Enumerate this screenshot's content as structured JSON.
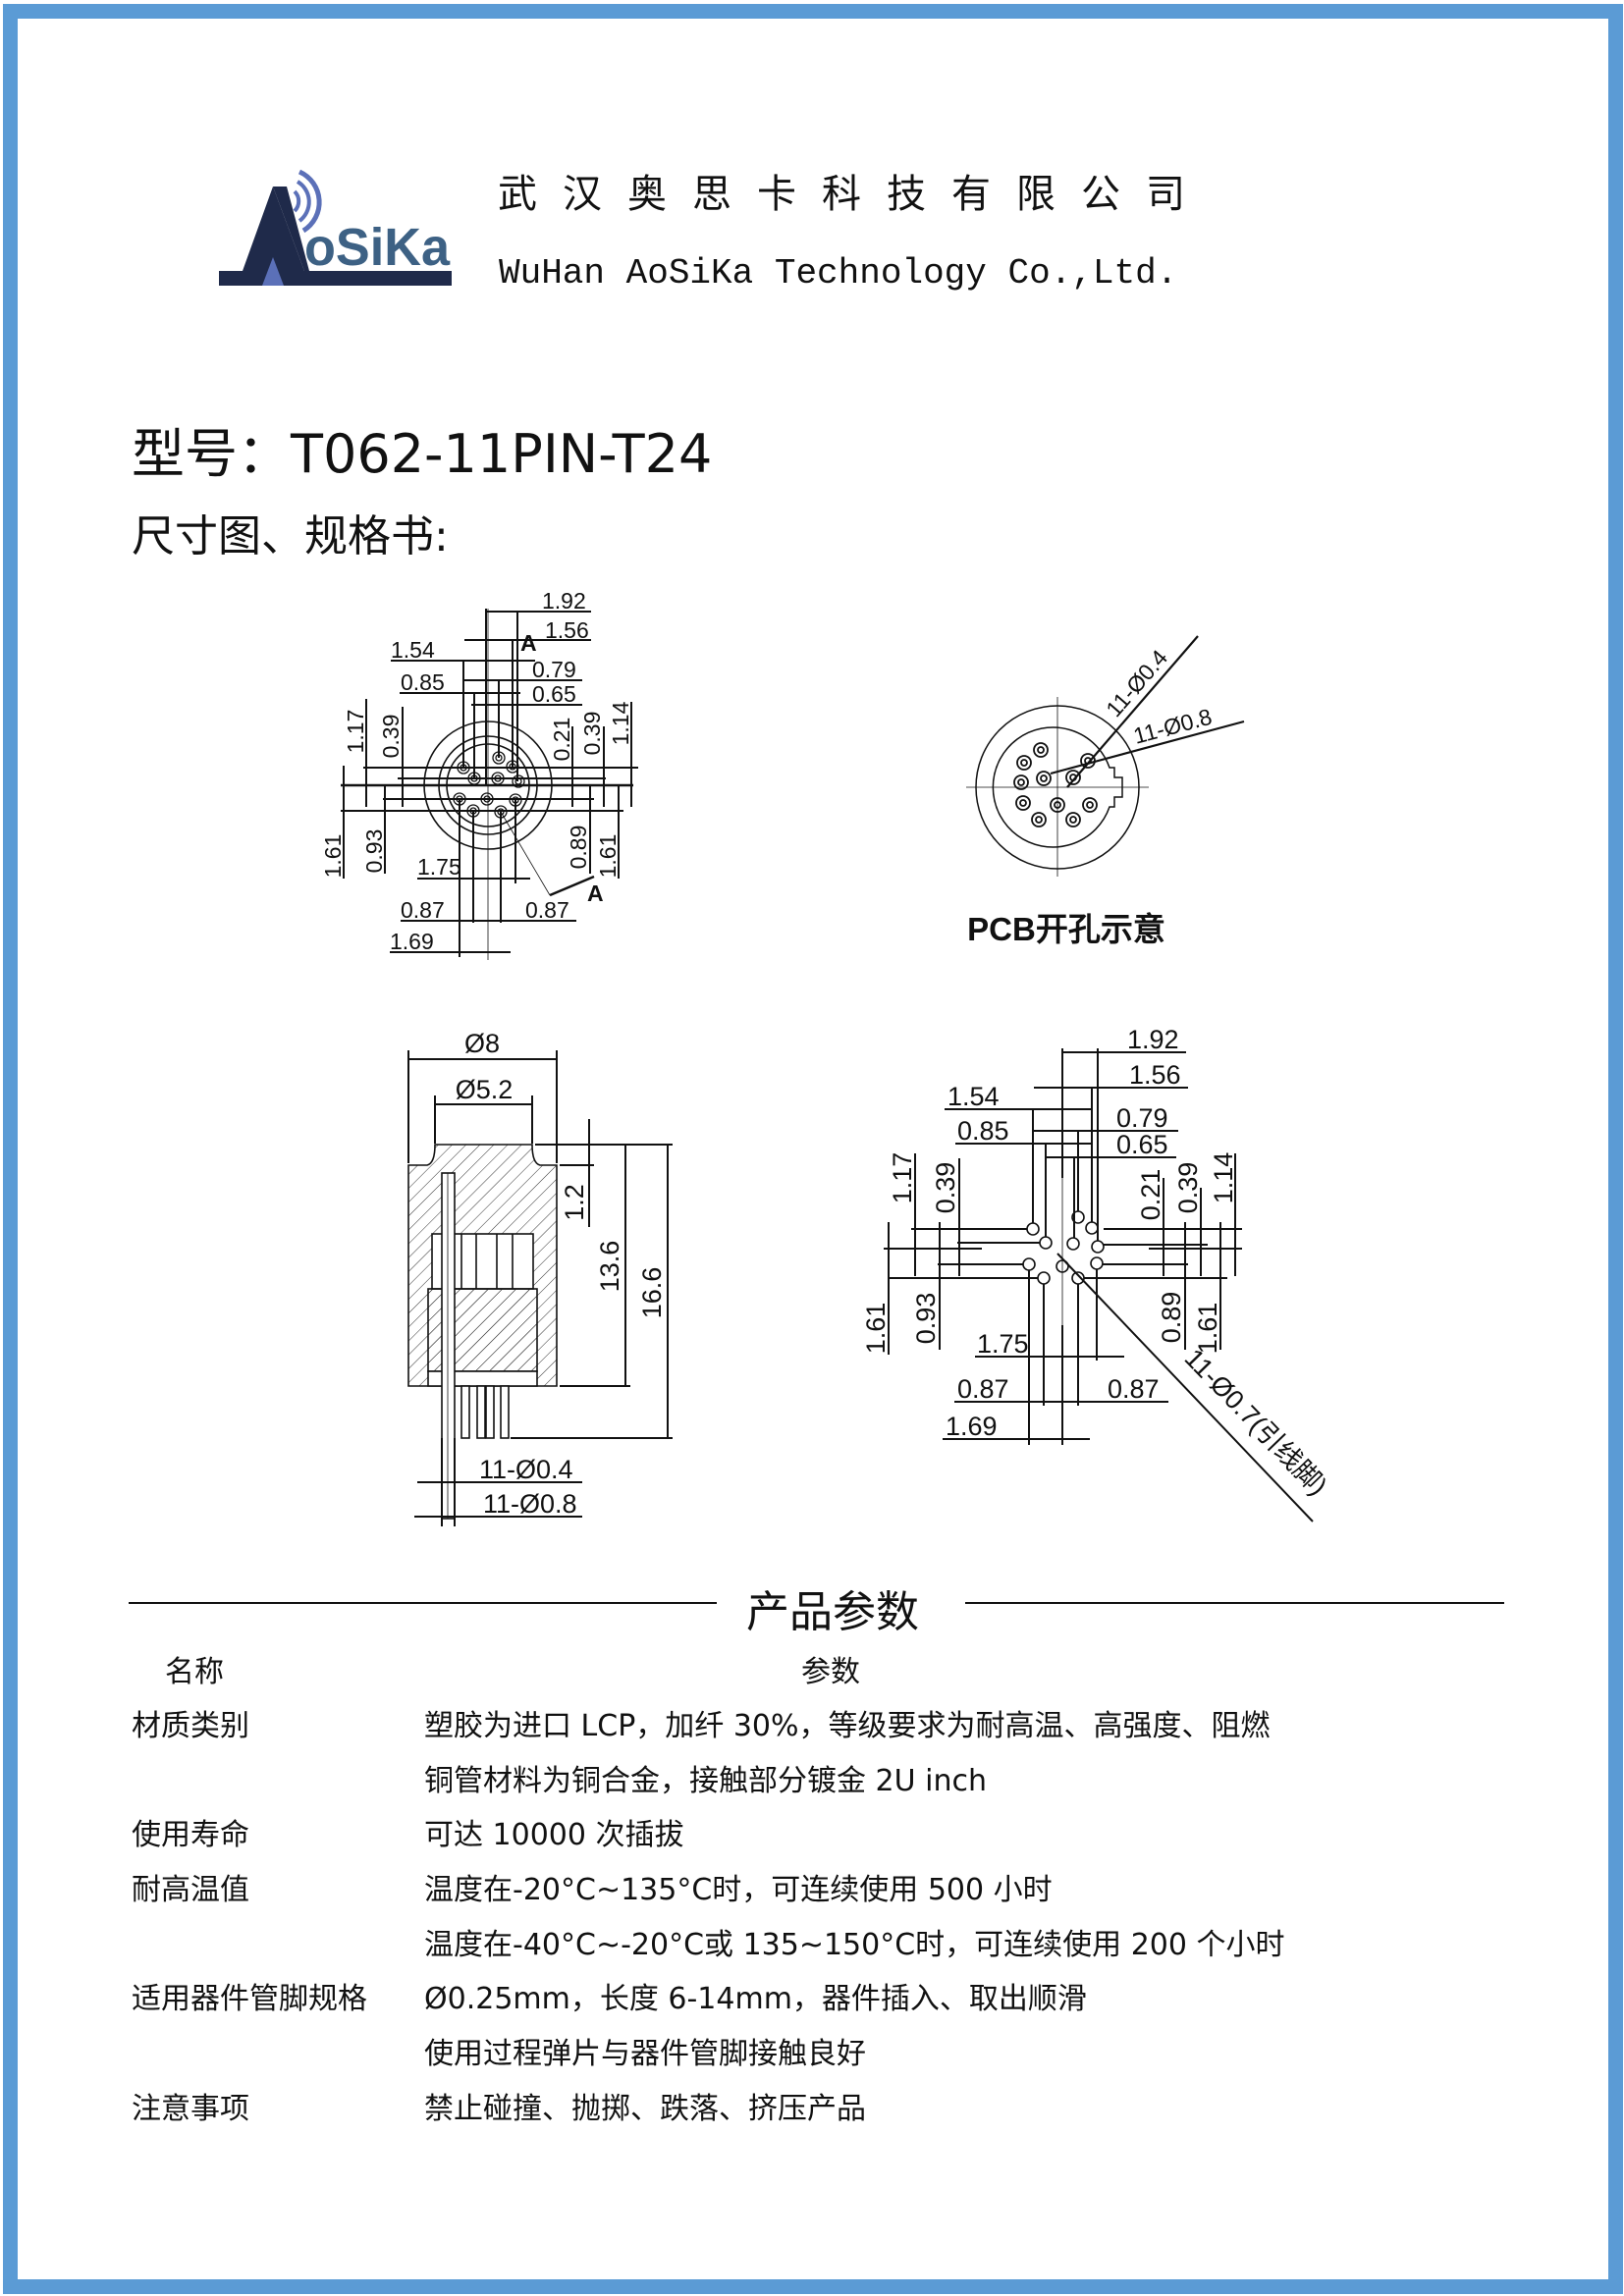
{
  "brand": {
    "logo_text": "AoSiKa",
    "company_cn": "武汉奥思卡科技有限公司",
    "company_en": "WuHan AoSiKa Technology Co.,Ltd.",
    "colors": {
      "frame": "#5b9bd5",
      "logo_dark": "#1f2a4a",
      "logo_light": "#5b70b8",
      "logo_text": "#3d6184"
    }
  },
  "model_line": "型号：T062-11PIN-T24",
  "subtitle": "尺寸图、规格书:",
  "drawing_top_view": {
    "dims": [
      "1.92",
      "1.56",
      "1.54",
      "0.79",
      "0.85",
      "0.65",
      "1.17",
      "0.39",
      "0.21",
      "0.39",
      "1.14",
      "1.61",
      "0.93",
      "0.89",
      "1.61",
      "1.75",
      "0.87",
      "0.87",
      "1.69"
    ],
    "section_mark": "A"
  },
  "drawing_pcb": {
    "hole_small": "11-Ø0.4",
    "hole_large": "11-Ø0.8",
    "caption": "PCB开孔示意"
  },
  "drawing_side": {
    "outer_dia": "Ø8",
    "inner_dia": "Ø5.2",
    "step": "1.2",
    "body_height": "13.6",
    "total_height": "16.6",
    "pin_small": "11-Ø0.4",
    "pin_large": "11-Ø0.8"
  },
  "drawing_pcb_dims": {
    "dims": [
      "1.92",
      "1.56",
      "1.54",
      "0.79",
      "0.85",
      "0.65",
      "1.17",
      "0.39",
      "0.21",
      "0.39",
      "1.14",
      "1.61",
      "0.93",
      "0.89",
      "1.61",
      "1.75",
      "0.87",
      "0.87",
      "1.69"
    ],
    "lead_hole": "11-Ø0.7(引线脚)"
  },
  "params": {
    "title": "产品参数",
    "header": {
      "name": "名称",
      "value": "参数"
    },
    "rows": [
      {
        "name": "材质类别",
        "lines": [
          "塑胶为进口 LCP，加纤 30%，等级要求为耐高温、高强度、阻燃",
          "铜管材料为铜合金，接触部分镀金 2U  inch"
        ]
      },
      {
        "name": "使用寿命",
        "lines": [
          "可达 10000 次插拔"
        ]
      },
      {
        "name": "耐高温值",
        "lines": [
          "温度在-20°C~135°C时，可连续使用 500 小时",
          "温度在-40°C~-20°C或 135~150°C时，可连续使用 200 个小时"
        ]
      },
      {
        "name": "适用器件管脚规格",
        "lines": [
          "Ø0.25mm，长度 6-14mm，器件插入、取出顺滑",
          "使用过程弹片与器件管脚接触良好"
        ]
      },
      {
        "name": "注意事项",
        "lines": [
          "禁止碰撞、抛掷、跌落、挤压产品"
        ]
      }
    ]
  }
}
